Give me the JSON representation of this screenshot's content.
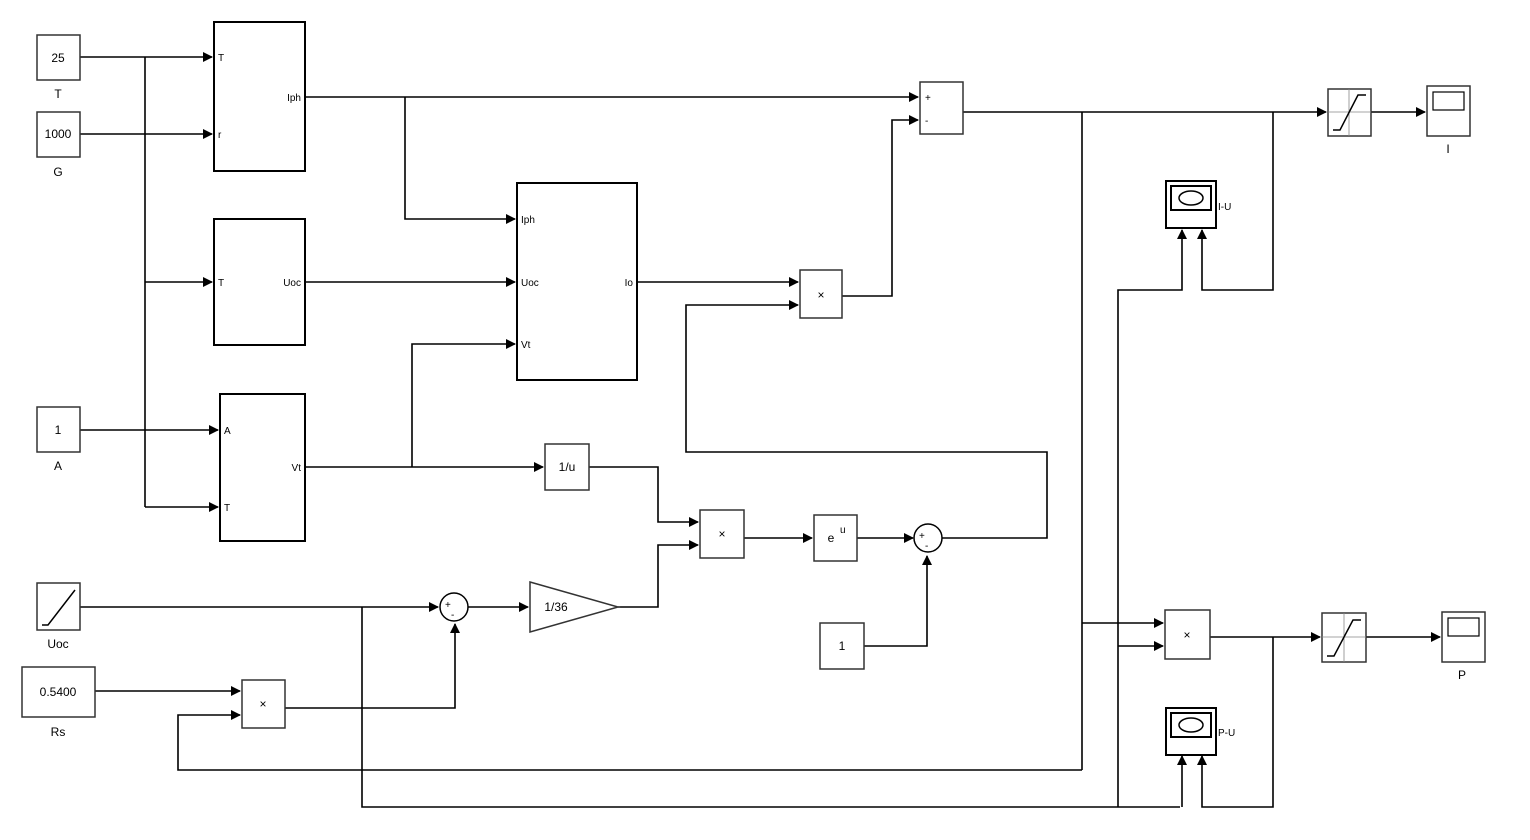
{
  "blocks": {
    "const_T": {
      "value": "25",
      "label": "T"
    },
    "const_G": {
      "value": "1000",
      "label": "G"
    },
    "const_A": {
      "value": "1",
      "label": "A"
    },
    "ramp_Uoc": {
      "label": "Uoc"
    },
    "const_Rs": {
      "value": "0.5400",
      "label": "Rs"
    },
    "const_one": {
      "value": "1"
    },
    "iph_sub": {
      "ports_in": [
        "T",
        "r"
      ],
      "port_out": "Iph"
    },
    "uoc_sub": {
      "port_in": "T",
      "port_out": "Uoc"
    },
    "vt_sub": {
      "ports_in": [
        "A",
        "T"
      ],
      "port_out": "Vt"
    },
    "io_sub": {
      "ports_in": [
        "Iph",
        "Uoc",
        "Vt"
      ],
      "port_out": "Io"
    },
    "sum_top": {
      "signs": [
        "+",
        "-"
      ]
    },
    "product_symbol": "×",
    "recip": {
      "text": "1/u"
    },
    "exp": {
      "text": "e",
      "sup": "u"
    },
    "gain": {
      "text": "1/36"
    },
    "scope_I": {
      "label": "I"
    },
    "scope_P": {
      "label": "P"
    },
    "xy_IU": {
      "label": "I-U"
    },
    "xy_PU": {
      "label": "P-U"
    }
  }
}
